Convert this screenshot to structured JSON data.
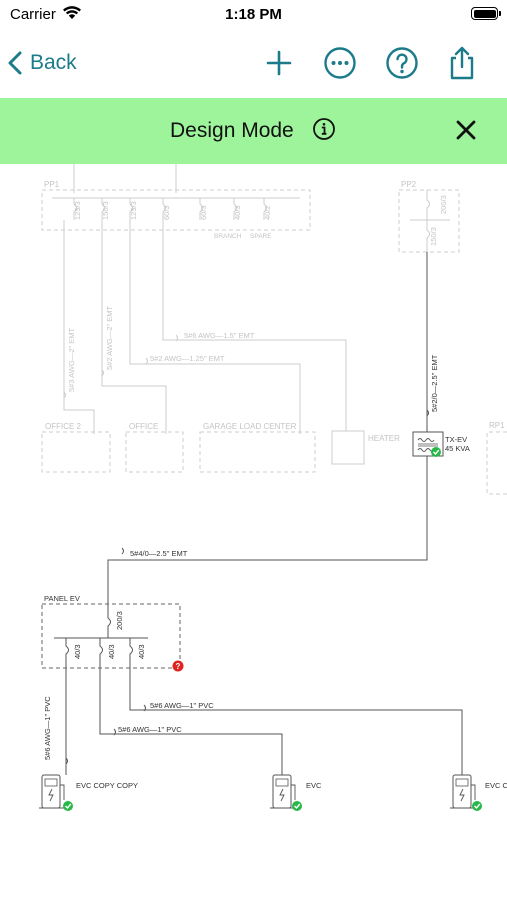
{
  "status": {
    "carrier": "Carrier",
    "time": "1:18 PM"
  },
  "nav": {
    "back_label": "Back"
  },
  "banner": {
    "title": "Design Mode"
  },
  "diagram": {
    "faded": {
      "panel_pp1": "PP1",
      "pp1_breakers": [
        "125/3",
        "150/3",
        "125/3",
        "60/3",
        "60/3",
        "40/3",
        "40/2"
      ],
      "branch": "BRANCH",
      "spare": "SPARE",
      "panel_pp2": "PP2",
      "pp2_breaker_top": "200/3",
      "pp2_breaker": "150/3",
      "wire_1": "5#6 AWG—1.5\" EMT",
      "wire_2": "5#2 AWG—1.25\" EMT",
      "wire_3": "5#3 AWG—2\" EMT",
      "wire_4": "5#2 AWG—2\" EMT",
      "office_2": "OFFICE 2",
      "office": "OFFICE",
      "garage": "GARAGE LOAD CENTER",
      "heater": "HEATER",
      "rp1": "RP1"
    },
    "tx_wire": "5#2/0—2.5\" EMT",
    "tx_name": "TX-EV",
    "tx_kva": "45 KVA",
    "feeder_wire": "5#4/0—2.5\" EMT",
    "panel_ev": "PANEL EV",
    "main_breaker": "200/3",
    "branch_breakers": [
      "40/3",
      "40/3",
      "40/3"
    ],
    "wire_evc1": "5#6 AWG—1\" PVC",
    "wire_evc2": "5#6 AWG—1\" PVC",
    "wire_evc3": "5#6 AWG—1\" PVC",
    "evc_copy": "EVC COPY COPY",
    "evc": "EVC",
    "evc_cut": "EVC C"
  }
}
